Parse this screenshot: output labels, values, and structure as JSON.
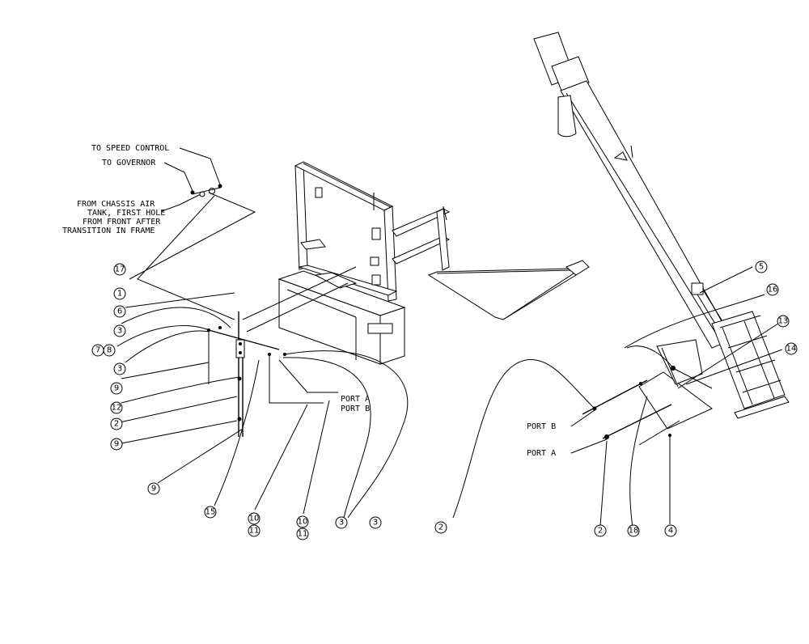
{
  "callouts": {
    "to_speed_control": "TO SPEED CONTROL",
    "to_governor": "TO GOVERNOR",
    "chassis_air_1": "FROM CHASSIS AIR",
    "chassis_air_2": "TANK, FIRST HOLE",
    "chassis_air_3": "FROM FRONT AFTER",
    "chassis_air_4": "TRANSITION IN FRAME",
    "port_a_left": "PORT A",
    "port_b_left": "PORT B",
    "port_b_right": "PORT B",
    "port_a_right": "PORT A"
  },
  "balloons": {
    "b17": "17",
    "b1": "1",
    "b6": "6",
    "b3a": "3",
    "b7": "7",
    "b8": "8",
    "b3b": "3",
    "b9a": "9",
    "b12": "12",
    "b2a": "2",
    "b9b": "9",
    "b9c": "9",
    "b15": "15",
    "b10a": "10",
    "b11a": "11",
    "b10b": "10",
    "b11b": "11",
    "b3c": "3",
    "b3d": "3",
    "b2b": "2",
    "b2c": "2",
    "b18": "18",
    "b4": "4",
    "b5": "5",
    "b16": "16",
    "b13": "13",
    "b14": "14"
  }
}
